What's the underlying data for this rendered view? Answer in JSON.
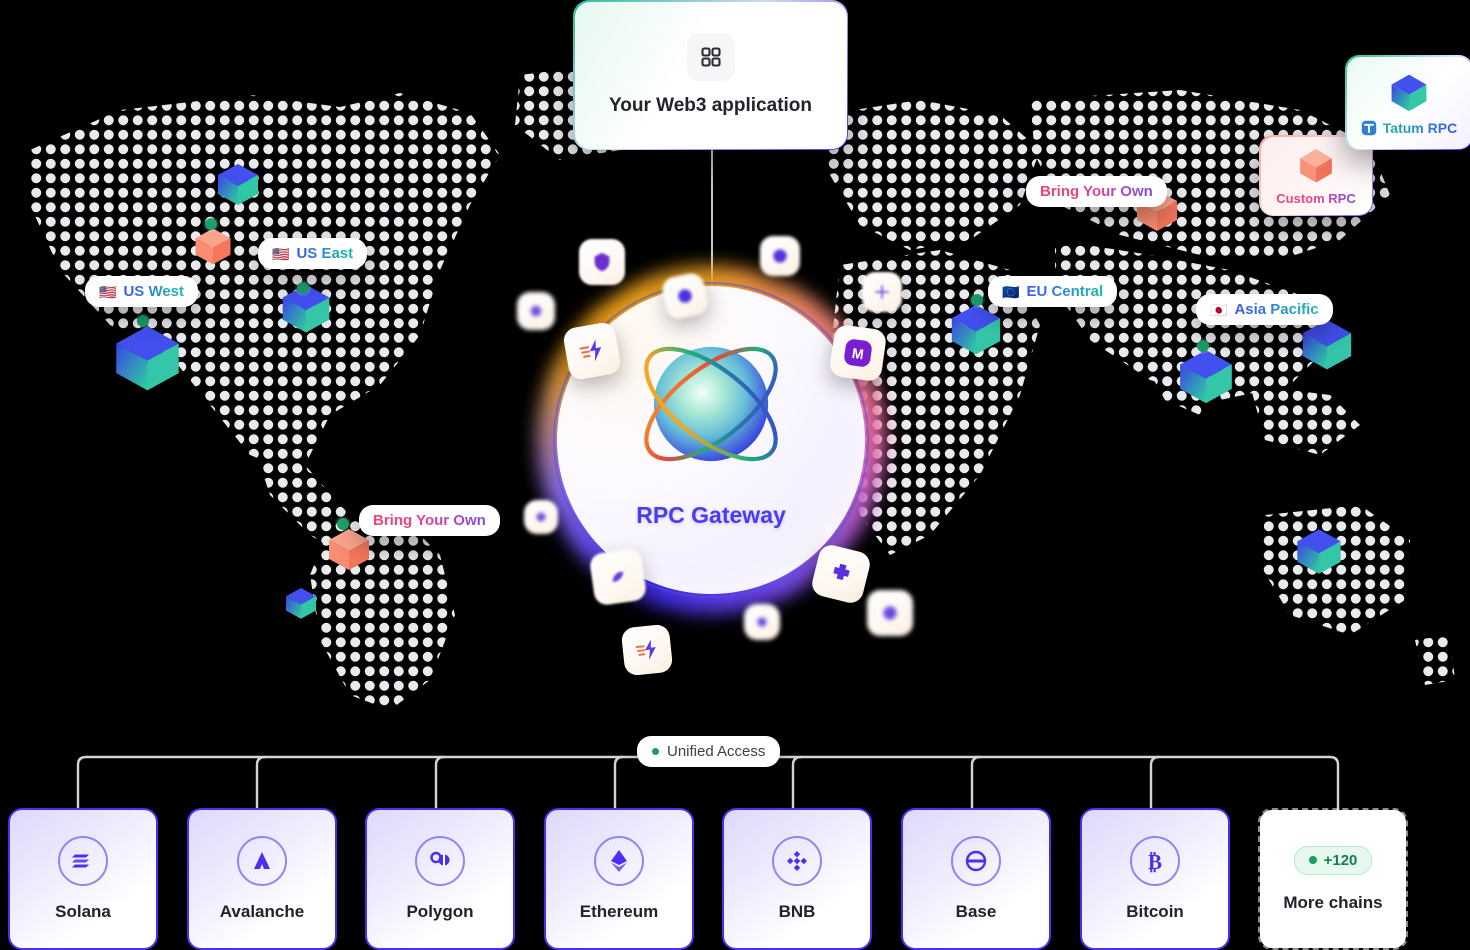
{
  "app_card": {
    "title": "Your Web3 application",
    "icon": "grid-icon"
  },
  "gateway": {
    "label": "RPC Gateway",
    "icon": "globe-orbit-icon"
  },
  "unified_access": {
    "label": "Unified Access",
    "status_dot_color": "#17a05e"
  },
  "rpc_cards": [
    {
      "id": "tatum",
      "label": "Tatum RPC",
      "icon": "tatum-cube-icon",
      "accent": "#1fb894"
    },
    {
      "id": "custom",
      "label": "Custom RPC",
      "icon": "orange-cube-icon",
      "accent": "#f2446e"
    }
  ],
  "map_labels": [
    {
      "id": "us-west",
      "label": "US West",
      "flag": "🇺🇸",
      "style": "region"
    },
    {
      "id": "us-east",
      "label": "US East",
      "flag": "🇺🇸",
      "style": "region"
    },
    {
      "id": "eu-central",
      "label": "EU Central",
      "flag": "🇪🇺",
      "style": "region"
    },
    {
      "id": "asia-pacific",
      "label": "Asia Pacific",
      "flag": "🇯🇵",
      "style": "region"
    },
    {
      "id": "byo-sa",
      "label": "Bring Your Own",
      "flag": "",
      "style": "byo"
    },
    {
      "id": "byo-eu",
      "label": "Bring Your Own",
      "flag": "",
      "style": "byo"
    }
  ],
  "chains": [
    {
      "name": "Solana",
      "icon": "solana-icon"
    },
    {
      "name": "Avalanche",
      "icon": "avalanche-icon"
    },
    {
      "name": "Polygon",
      "icon": "polygon-icon"
    },
    {
      "name": "Ethereum",
      "icon": "ethereum-icon"
    },
    {
      "name": "BNB",
      "icon": "bnb-icon"
    },
    {
      "name": "Base",
      "icon": "base-icon"
    },
    {
      "name": "Bitcoin",
      "icon": "bitcoin-icon"
    },
    {
      "name": "More chains",
      "icon": "more-badge",
      "badge": "+120"
    }
  ],
  "colors": {
    "accent_purple": "#4b2ff0",
    "accent_green": "#17a05e",
    "accent_pink": "#f2446e",
    "background": "#000000"
  }
}
